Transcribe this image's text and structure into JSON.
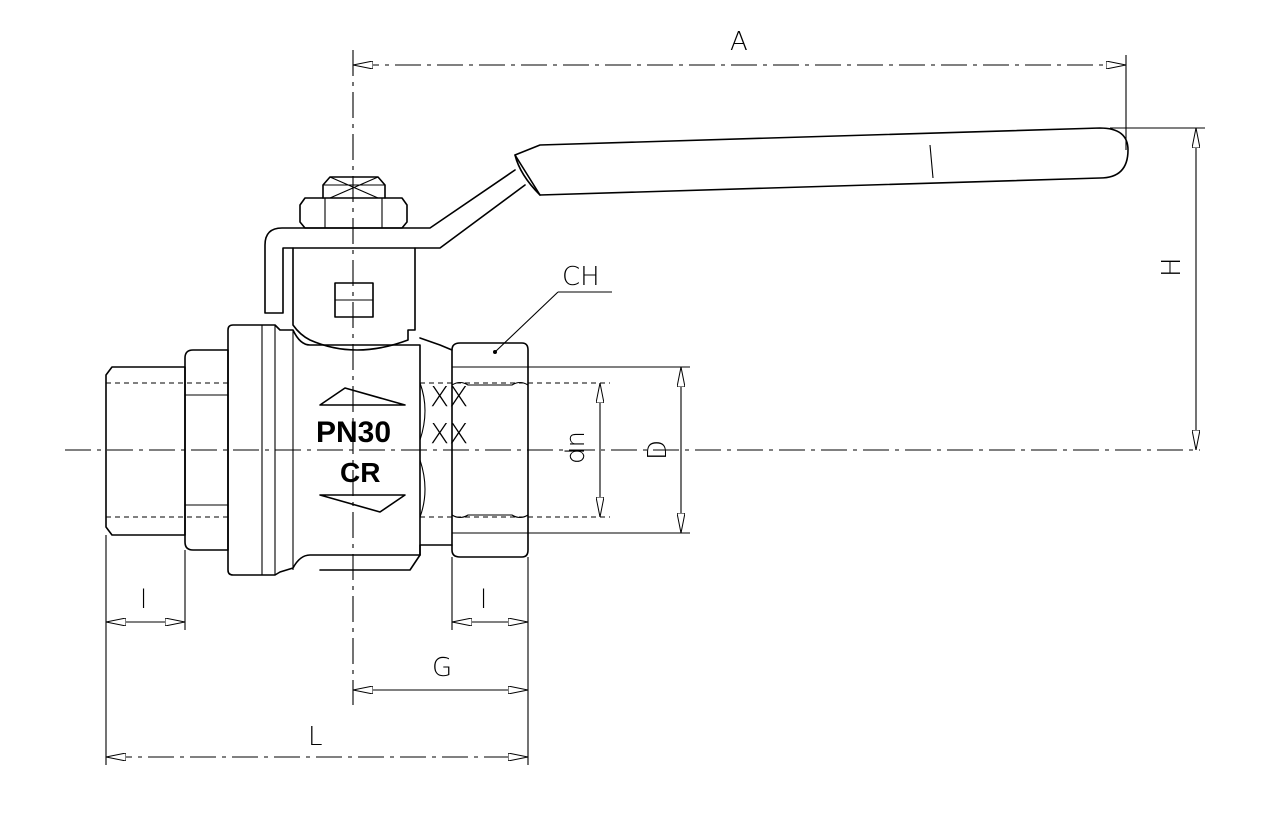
{
  "dimensions": {
    "A": "A",
    "H": "H",
    "CH": "CH",
    "dn": "dn",
    "D": "D",
    "G": "G",
    "L": "L",
    "l_left": "l",
    "l_right": "l",
    "l_handle": "l"
  },
  "body_marking": {
    "pressure": "PN30",
    "logo": "CR",
    "size_code_1": "XX",
    "size_code_2": "XX"
  }
}
